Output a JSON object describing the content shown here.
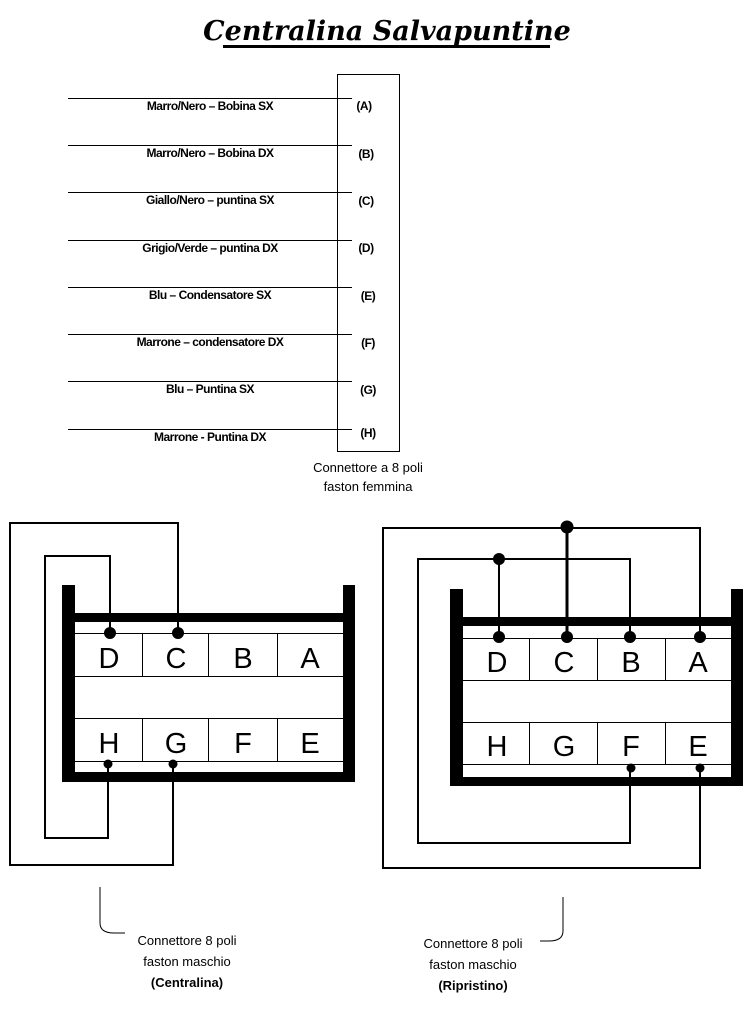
{
  "title": "Centralina Salvapuntine",
  "wires": [
    {
      "label": "Marro/Nero – Bobina SX",
      "pin": "(A)"
    },
    {
      "label": "Marro/Nero – Bobina DX",
      "pin": "(B)"
    },
    {
      "label": "Giallo/Nero – puntina SX",
      "pin": "(C)"
    },
    {
      "label": "Grigio/Verde – puntina DX",
      "pin": "(D)"
    },
    {
      "label": "Blu – Condensatore SX",
      "pin": "(E)"
    },
    {
      "label": "Marrone – condensatore DX",
      "pin": "(F)"
    },
    {
      "label": "Blu – Puntina SX",
      "pin": "(G)"
    },
    {
      "label": "Marrone - Puntina DX",
      "pin": "(H)"
    }
  ],
  "female_connector": {
    "line1": "Connettore a 8 poli",
    "line2": "faston femmina"
  },
  "connector_left": {
    "top_row": [
      "D",
      "C",
      "B",
      "A"
    ],
    "bottom_row": [
      "H",
      "G",
      "F",
      "E"
    ],
    "caption": {
      "line1": "Connettore 8 poli",
      "line2": "faston maschio",
      "line3": "(Centralina)"
    }
  },
  "connector_right": {
    "top_row": [
      "D",
      "C",
      "B",
      "A"
    ],
    "bottom_row": [
      "H",
      "G",
      "F",
      "E"
    ],
    "caption": {
      "line1": "Connettore 8 poli",
      "line2": "faston maschio",
      "line3": "(Ripristino)"
    }
  }
}
